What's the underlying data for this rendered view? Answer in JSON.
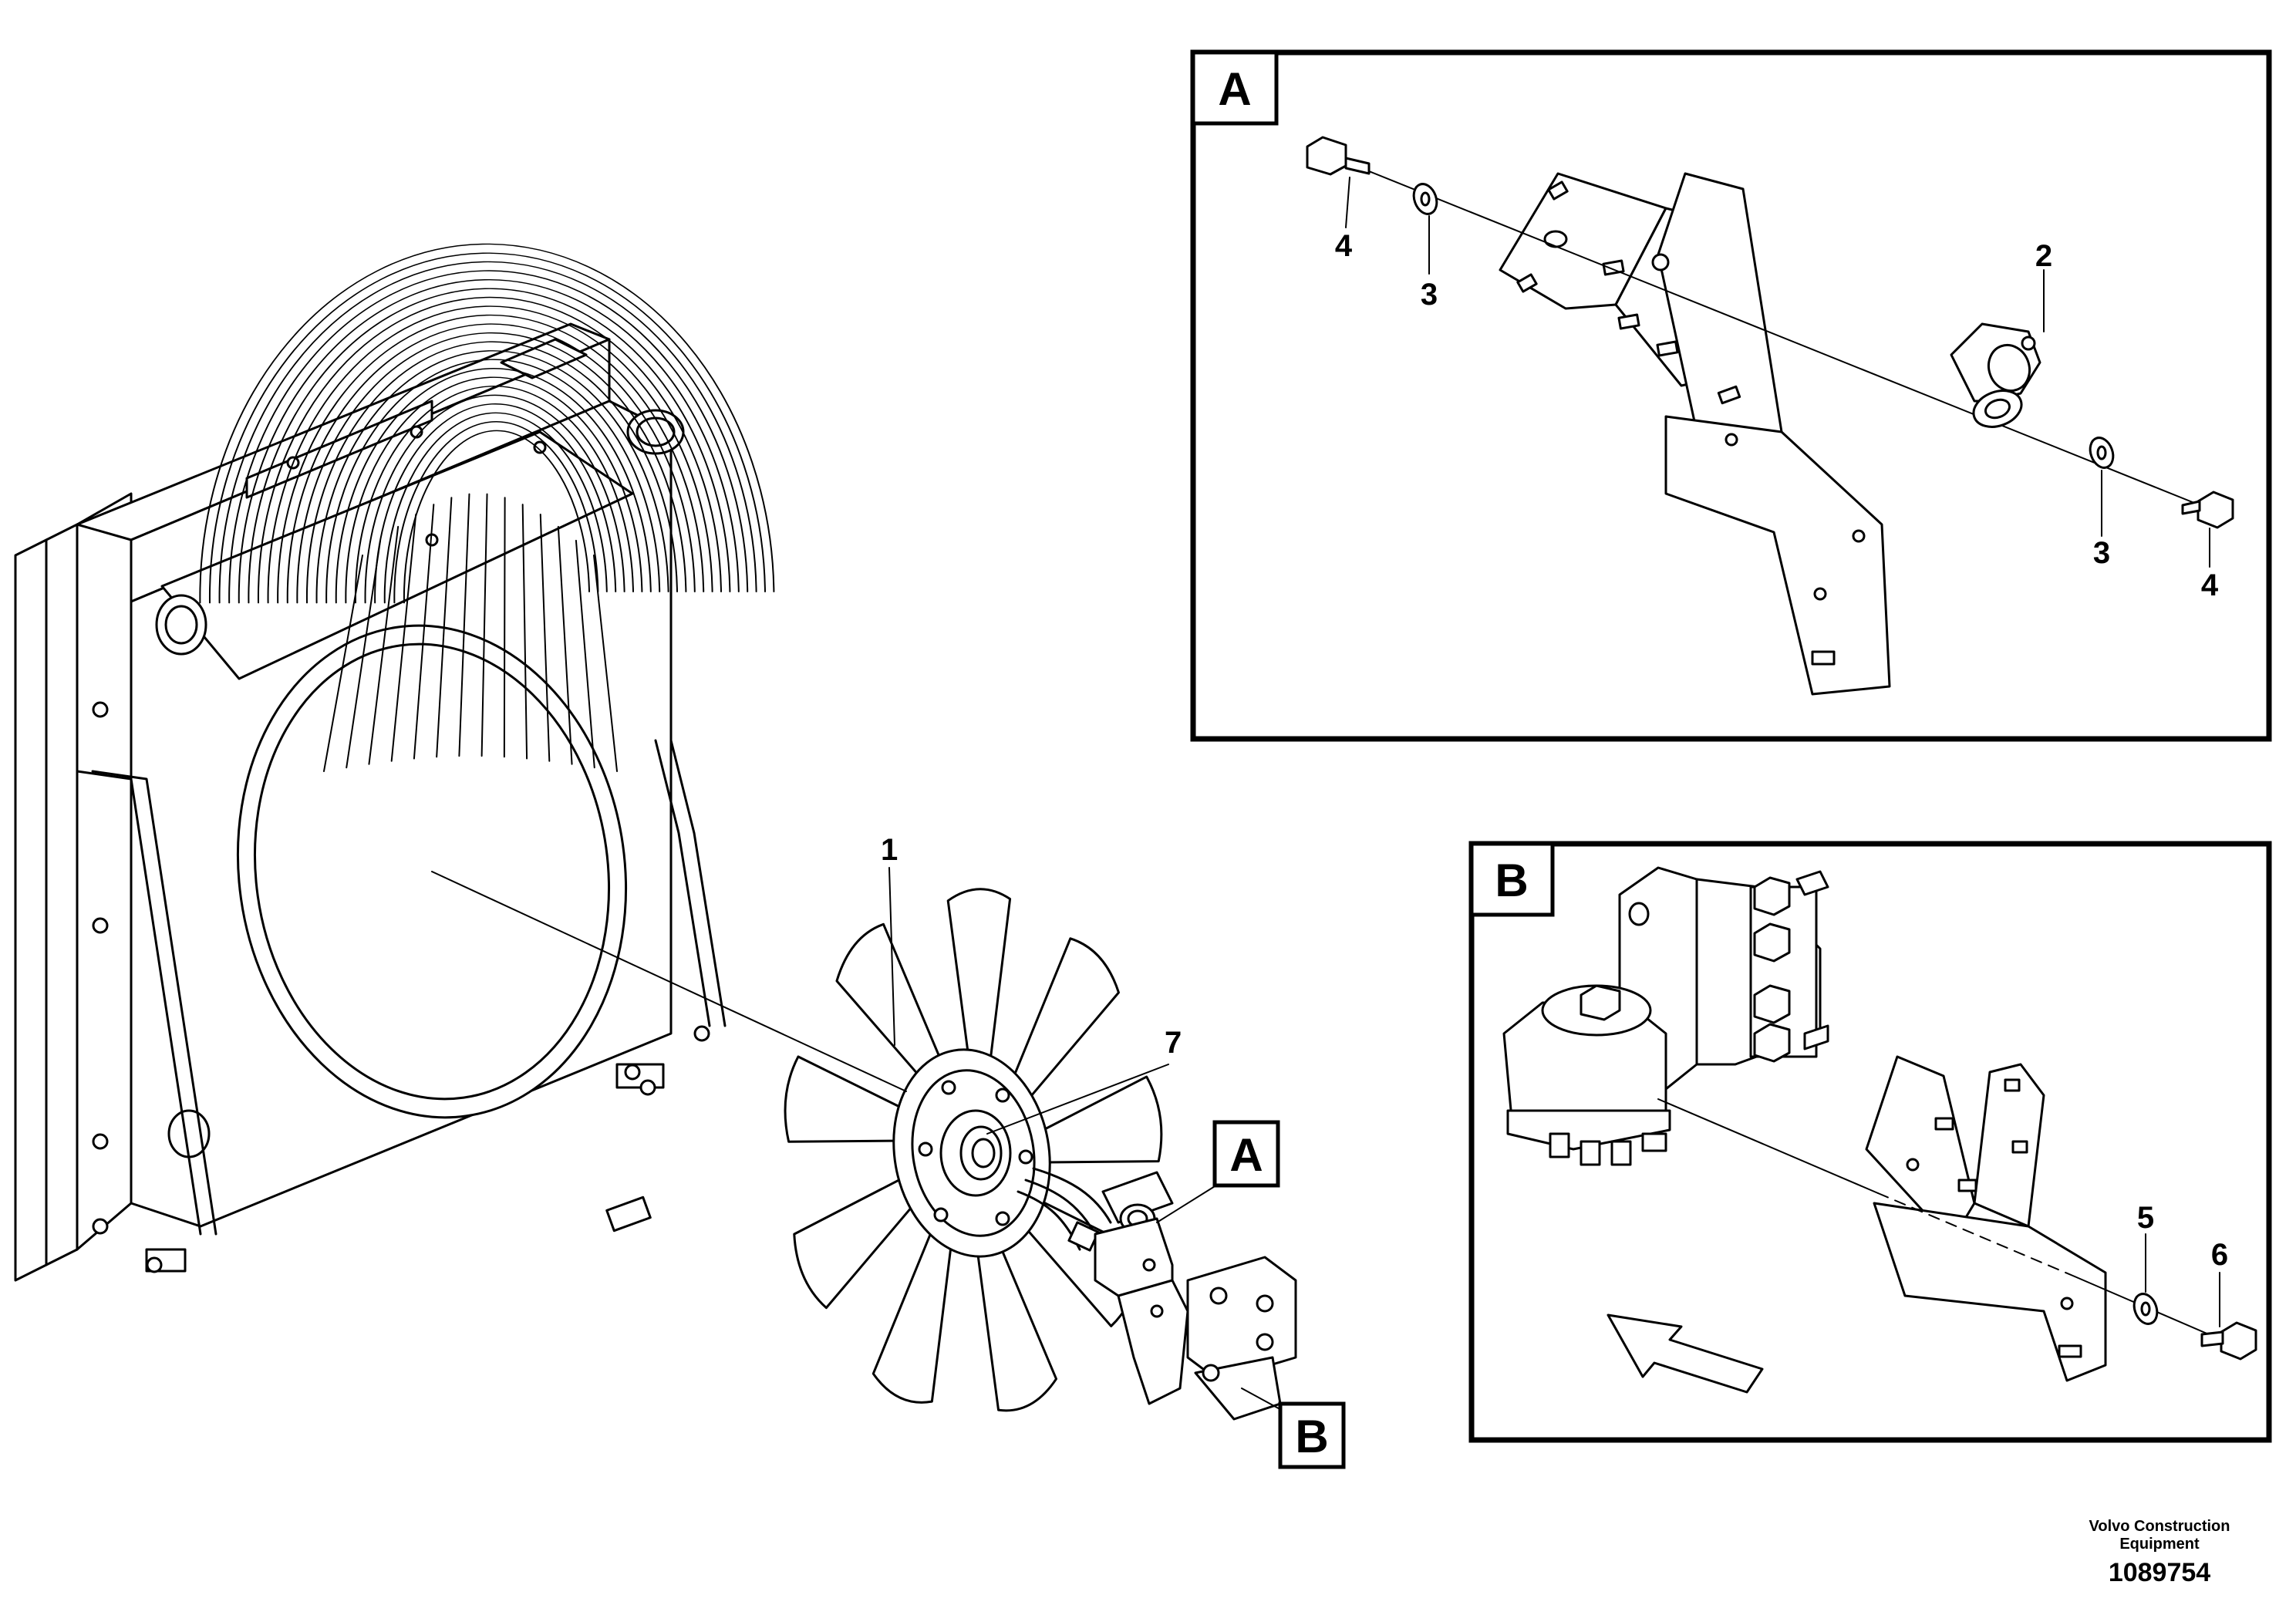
{
  "detail_a": {
    "letter": "A",
    "callouts": [
      "4",
      "3",
      "2",
      "3",
      "4"
    ]
  },
  "detail_b": {
    "letter": "B",
    "callouts": [
      "5",
      "6"
    ]
  },
  "main": {
    "callouts": [
      "1",
      "7"
    ],
    "tags": [
      "A",
      "B"
    ]
  },
  "footer": {
    "publisher_line1": "Volvo Construction",
    "publisher_line2": "Equipment",
    "drawing_number": "1089754"
  }
}
